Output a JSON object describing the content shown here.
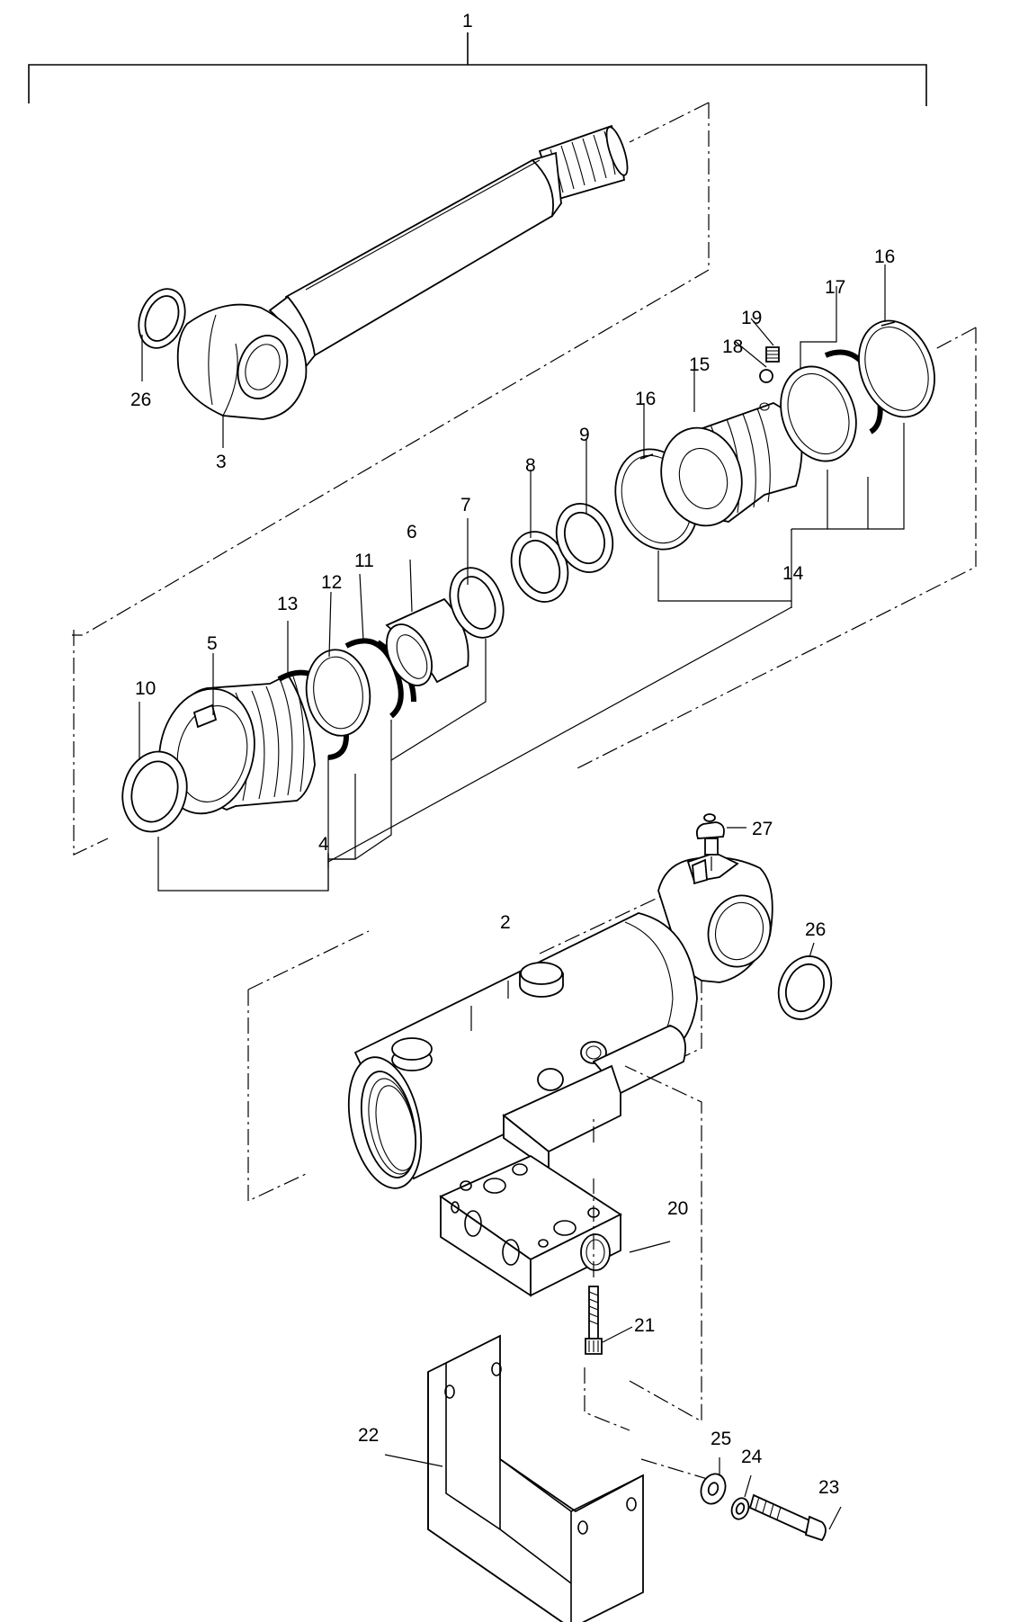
{
  "diagram": {
    "labels": {
      "p1": "1",
      "p2": "2",
      "p3": "3",
      "p4": "4",
      "p5": "5",
      "p6": "6",
      "p7": "7",
      "p8": "8",
      "p9": "9",
      "p10": "10",
      "p11": "11",
      "p12": "12",
      "p13": "13",
      "p14": "14",
      "p15": "15",
      "p16a": "16",
      "p16b": "16",
      "p17": "17",
      "p18": "18",
      "p19": "19",
      "p20": "20",
      "p21": "21",
      "p22": "22",
      "p23": "23",
      "p24": "24",
      "p25": "25",
      "p26a": "26",
      "p26b": "26",
      "p27": "27"
    }
  }
}
